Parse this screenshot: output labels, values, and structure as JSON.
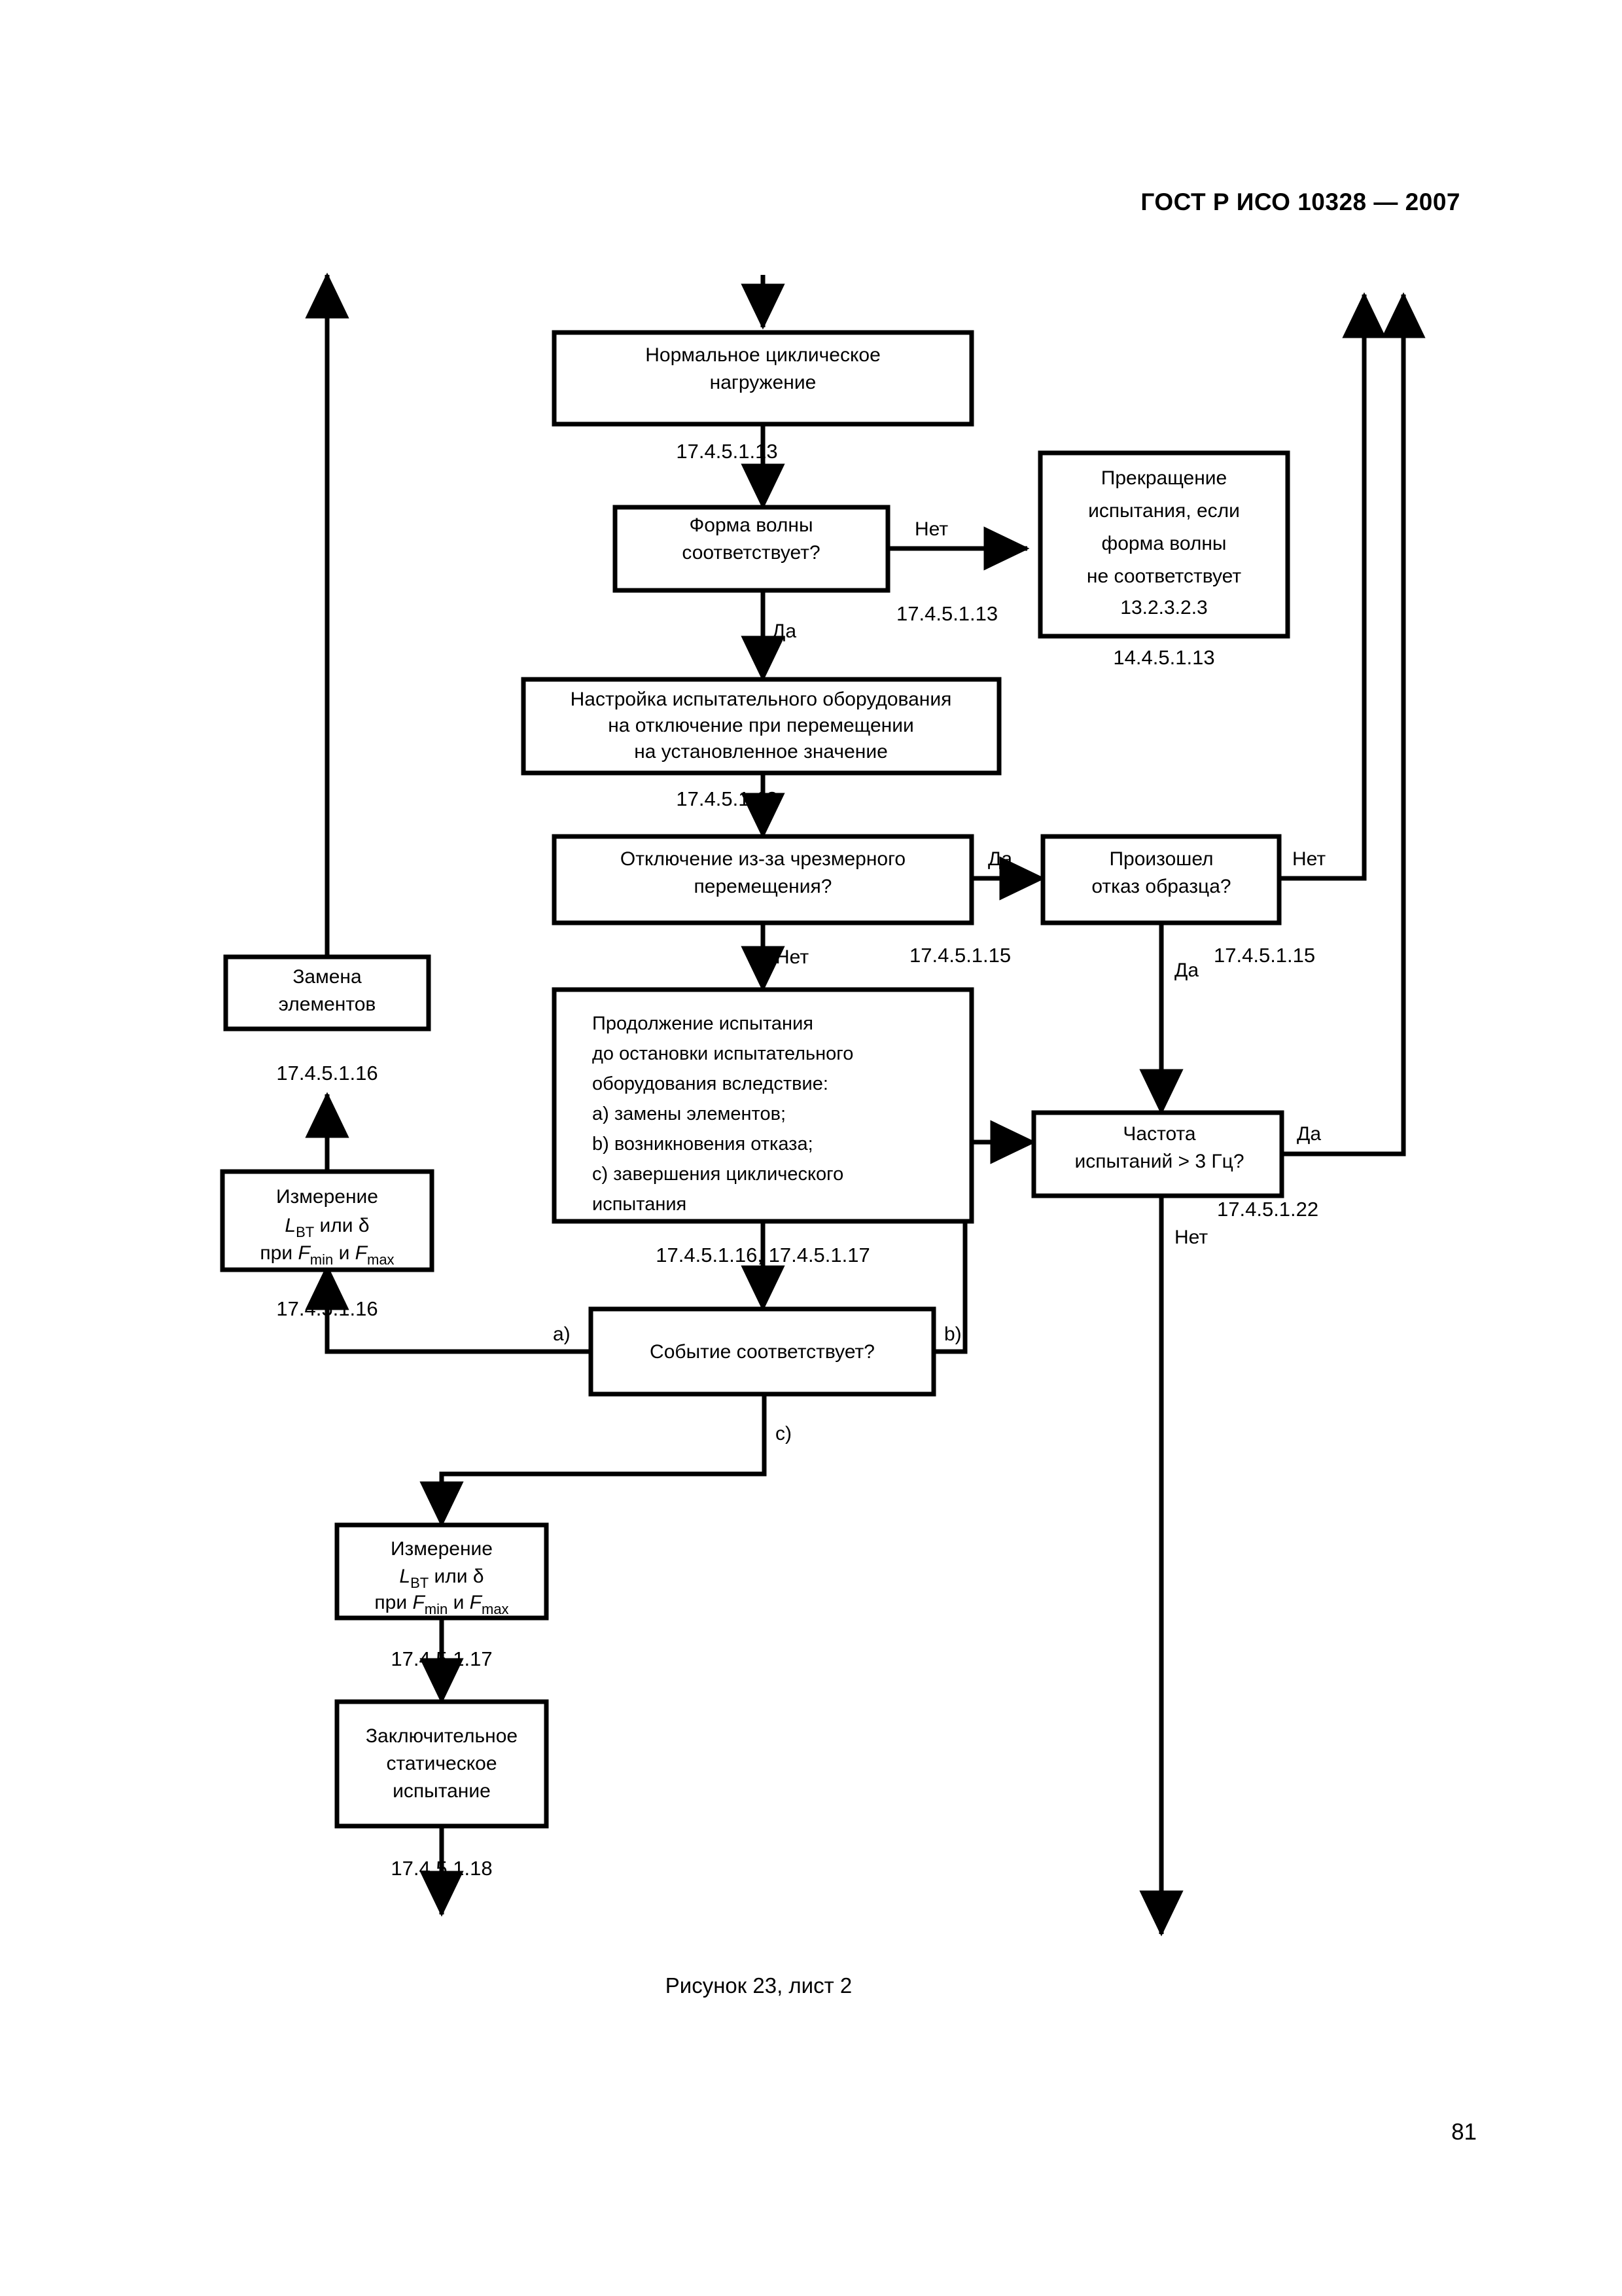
{
  "document": {
    "standard_header": "ГОСТ Р ИСО 10328 — 2007",
    "figure_caption": "Рисунок 23, лист 2",
    "page_number": "81"
  },
  "flowchart": {
    "type": "process-flow-diagram",
    "nodes": {
      "normal_cyclic_loading": {
        "lines": [
          "Нормальное циклическое",
          "нагружение"
        ]
      },
      "waveform_ok": {
        "lines": [
          "Форма волны",
          "соответствует?"
        ]
      },
      "stop_test_waveform": {
        "lines": [
          "Прекращение",
          "испытания, если",
          "форма волны",
          "не соответствует",
          "13.2.3.2.3"
        ]
      },
      "setup_equipment": {
        "lines": [
          "Настройка испытательного оборудования",
          "на отключение при перемещении",
          "на установленное значение"
        ]
      },
      "shutdown_excess_displacement": {
        "lines": [
          "Отключение из-за чрезмерного",
          "перемещения?"
        ]
      },
      "specimen_failure": {
        "lines": [
          "Произошел",
          "отказ образца?"
        ]
      },
      "continue_test": {
        "lines": [
          "Продолжение испытания",
          "до остановки испытательного",
          "оборудования вследствие:",
          "a) замены элементов;",
          "b) возникновения отказа;",
          "c) завершения циклического",
          "испытания"
        ]
      },
      "test_frequency": {
        "lines": [
          "Частота",
          "испытаний > 3 Гц?"
        ]
      },
      "replace_components": {
        "lines": [
          "Замена",
          "элементов"
        ]
      },
      "measure_upper": {
        "line1": "Измерение",
        "line2_pre": "L",
        "line2_sub": "BT",
        "line2_post": " или δ",
        "line3_pre": "при ",
        "line3_f1": "F",
        "line3_f1sub": "min",
        "line3_mid": " и ",
        "line3_f2": "F",
        "line3_f2sub": "max"
      },
      "event_matches": {
        "lines": [
          "Событие соответствует?"
        ]
      },
      "measure_lower": {
        "line1": "Измерение",
        "line2_pre": "L",
        "line2_sub": "BT",
        "line2_post": " или δ",
        "line3_pre": "при ",
        "line3_f1": "F",
        "line3_f1sub": "min",
        "line3_mid": " и ",
        "line3_f2": "F",
        "line3_f2sub": "max"
      },
      "final_static_test": {
        "lines": [
          "Заключительное",
          "статическое",
          "испытание"
        ]
      }
    },
    "clause_refs": {
      "after_normal_loading": "17.4.5.1.13",
      "after_waveform": "17.4.5.1.13",
      "under_stop_test": "14.4.5.1.13",
      "after_setup": "17.4.5.1.13",
      "under_shutdown": "17.4.5.1.15",
      "under_specimen_failure": "17.4.5.1.15",
      "under_frequency": "17.4.5.1.22",
      "above_replace": "17.4.5.1.16",
      "below_measure_upper": "17.4.5.1.16",
      "into_event": "17.4.5.1.16, 17.4.5.1.17",
      "after_measure_lower": "17.4.5.1.17",
      "after_final_static": "17.4.5.1.18"
    },
    "edge_labels": {
      "waveform_no": "Нет",
      "waveform_yes": "Да",
      "shutdown_yes": "Да",
      "shutdown_no": "Нет",
      "failure_no": "Нет",
      "failure_yes": "Да",
      "frequency_yes": "Да",
      "frequency_no": "Нет",
      "event_a": "a)",
      "event_b": "b)",
      "event_c": "c)"
    }
  }
}
